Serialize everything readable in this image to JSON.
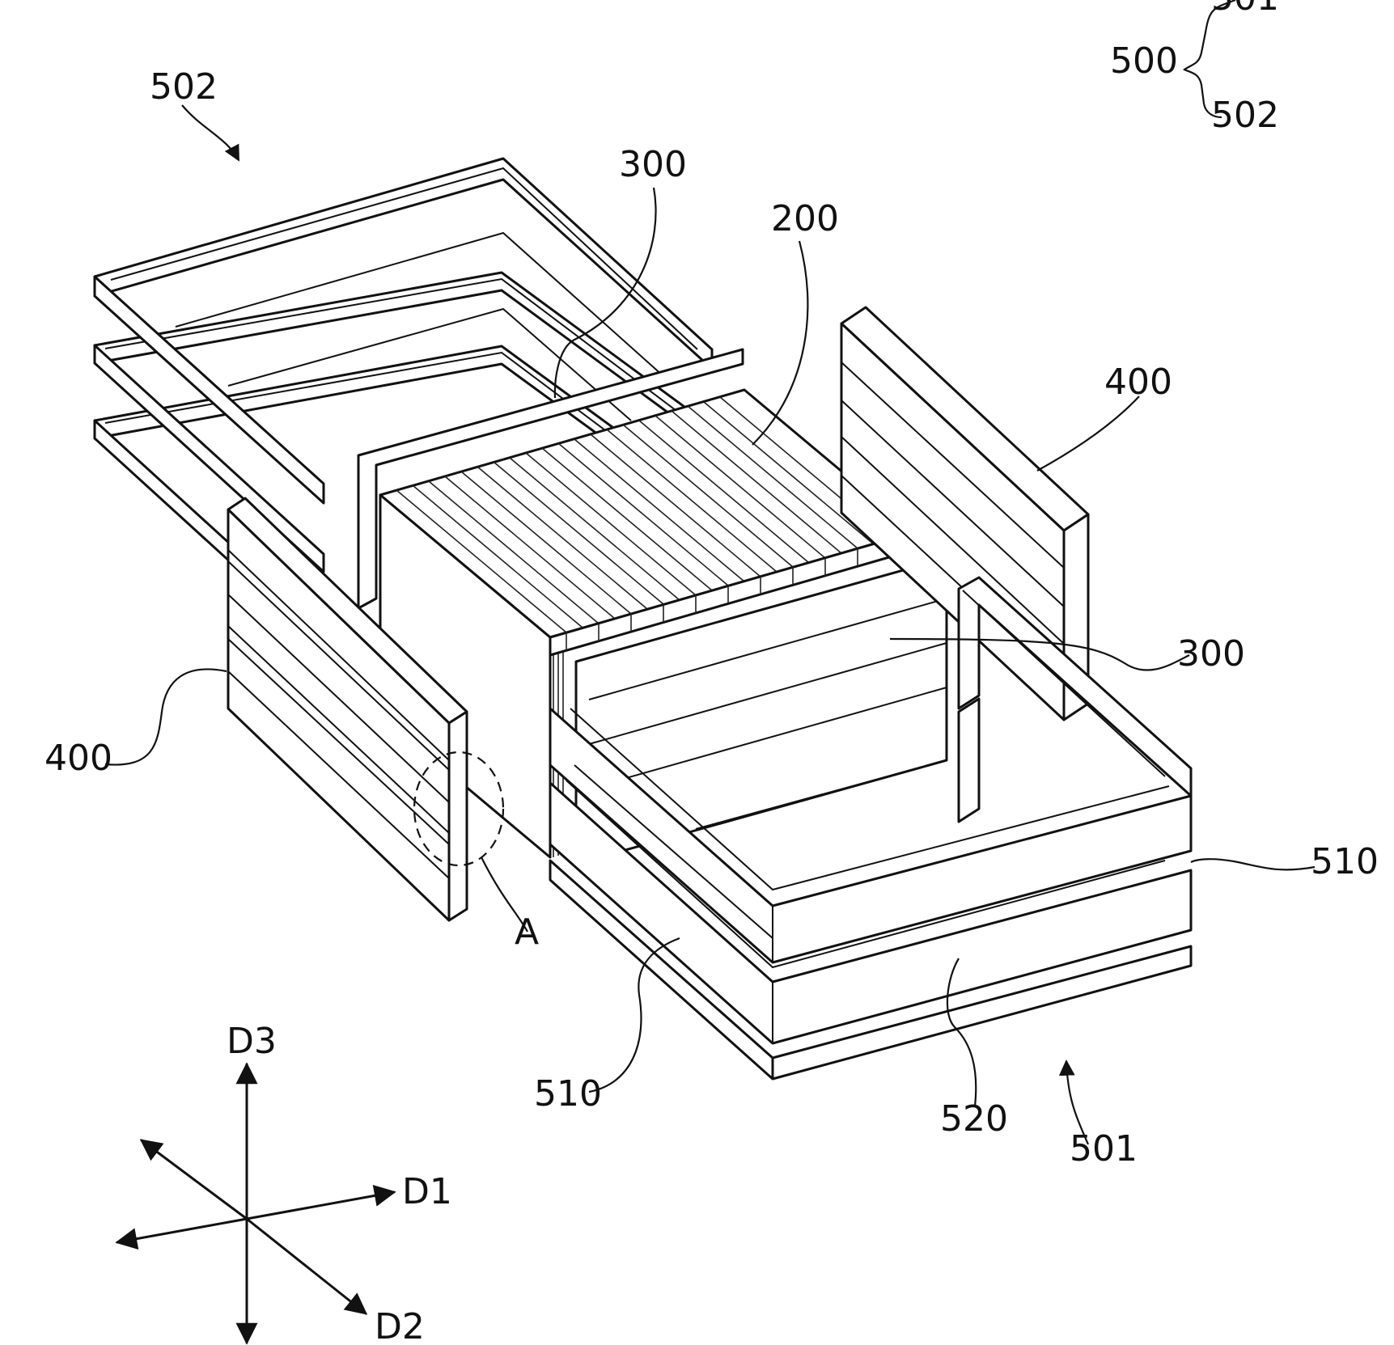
{
  "labels": {
    "l500": "500",
    "l501": "501",
    "l502_bracket": "502",
    "l502_top": "502",
    "l300_top": "300",
    "l200": "200",
    "l400_right": "400",
    "l300_right": "300",
    "l400_left": "400",
    "l510_right": "510",
    "lA": "A",
    "l510_bottom": "510",
    "l520": "520",
    "l501_bottom": "501"
  },
  "axes": {
    "d1": "D1",
    "d2": "D2",
    "d3": "D3"
  },
  "colors": {
    "line": "#111111",
    "background": "#ffffff"
  }
}
